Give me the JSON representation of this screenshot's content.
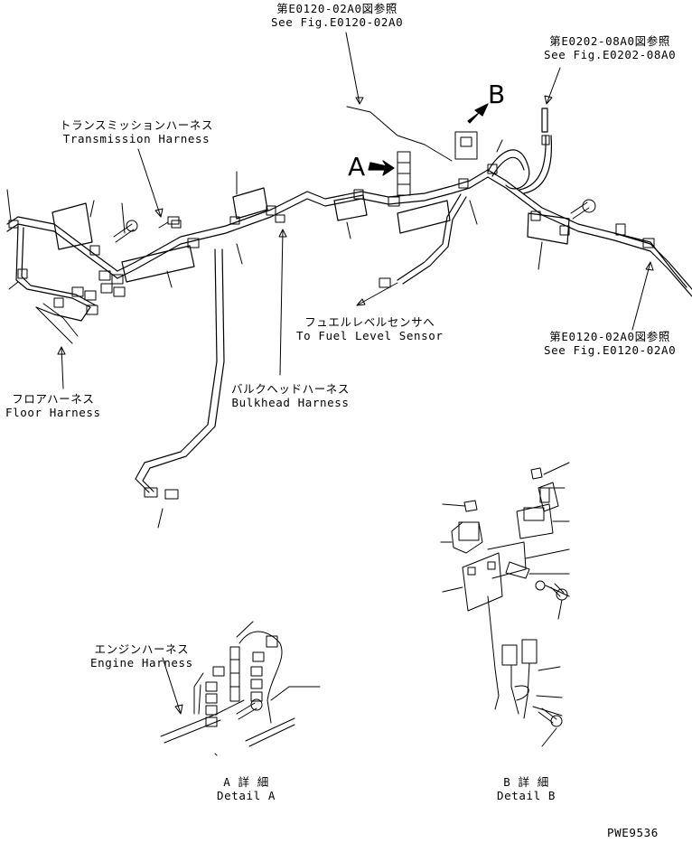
{
  "labels": {
    "ref_top_center": {
      "jp": "第E0120-02A0図参照",
      "en": "See Fig.E0120-02A0"
    },
    "ref_top_right": {
      "jp": "第E0202-08A0図参照",
      "en": "See Fig.E0202-08A0"
    },
    "ref_right": {
      "jp": "第E0120-02A0図参照",
      "en": "See Fig.E0120-02A0"
    },
    "transmission_harness": {
      "jp": "トランスミッションハーネス",
      "en": "Transmission Harness"
    },
    "floor_harness": {
      "jp": "フロアハーネス",
      "en": "Floor Harness"
    },
    "fuel_level_sensor": {
      "jp": "フュエルレベルセンサへ",
      "en": "To Fuel Level Sensor"
    },
    "bulkhead_harness": {
      "jp": "バルクヘッドハーネス",
      "en": "Bulkhead Harness"
    },
    "engine_harness": {
      "jp": "エンジンハーネス",
      "en": "Engine Harness"
    },
    "detail_a": {
      "jp": "A 詳 細",
      "en": "Detail A"
    },
    "detail_b": {
      "jp": "B 詳 細",
      "en": "Detail B"
    }
  },
  "markers": {
    "a": "A",
    "b": "B"
  },
  "drawing_code": "PWE9536"
}
